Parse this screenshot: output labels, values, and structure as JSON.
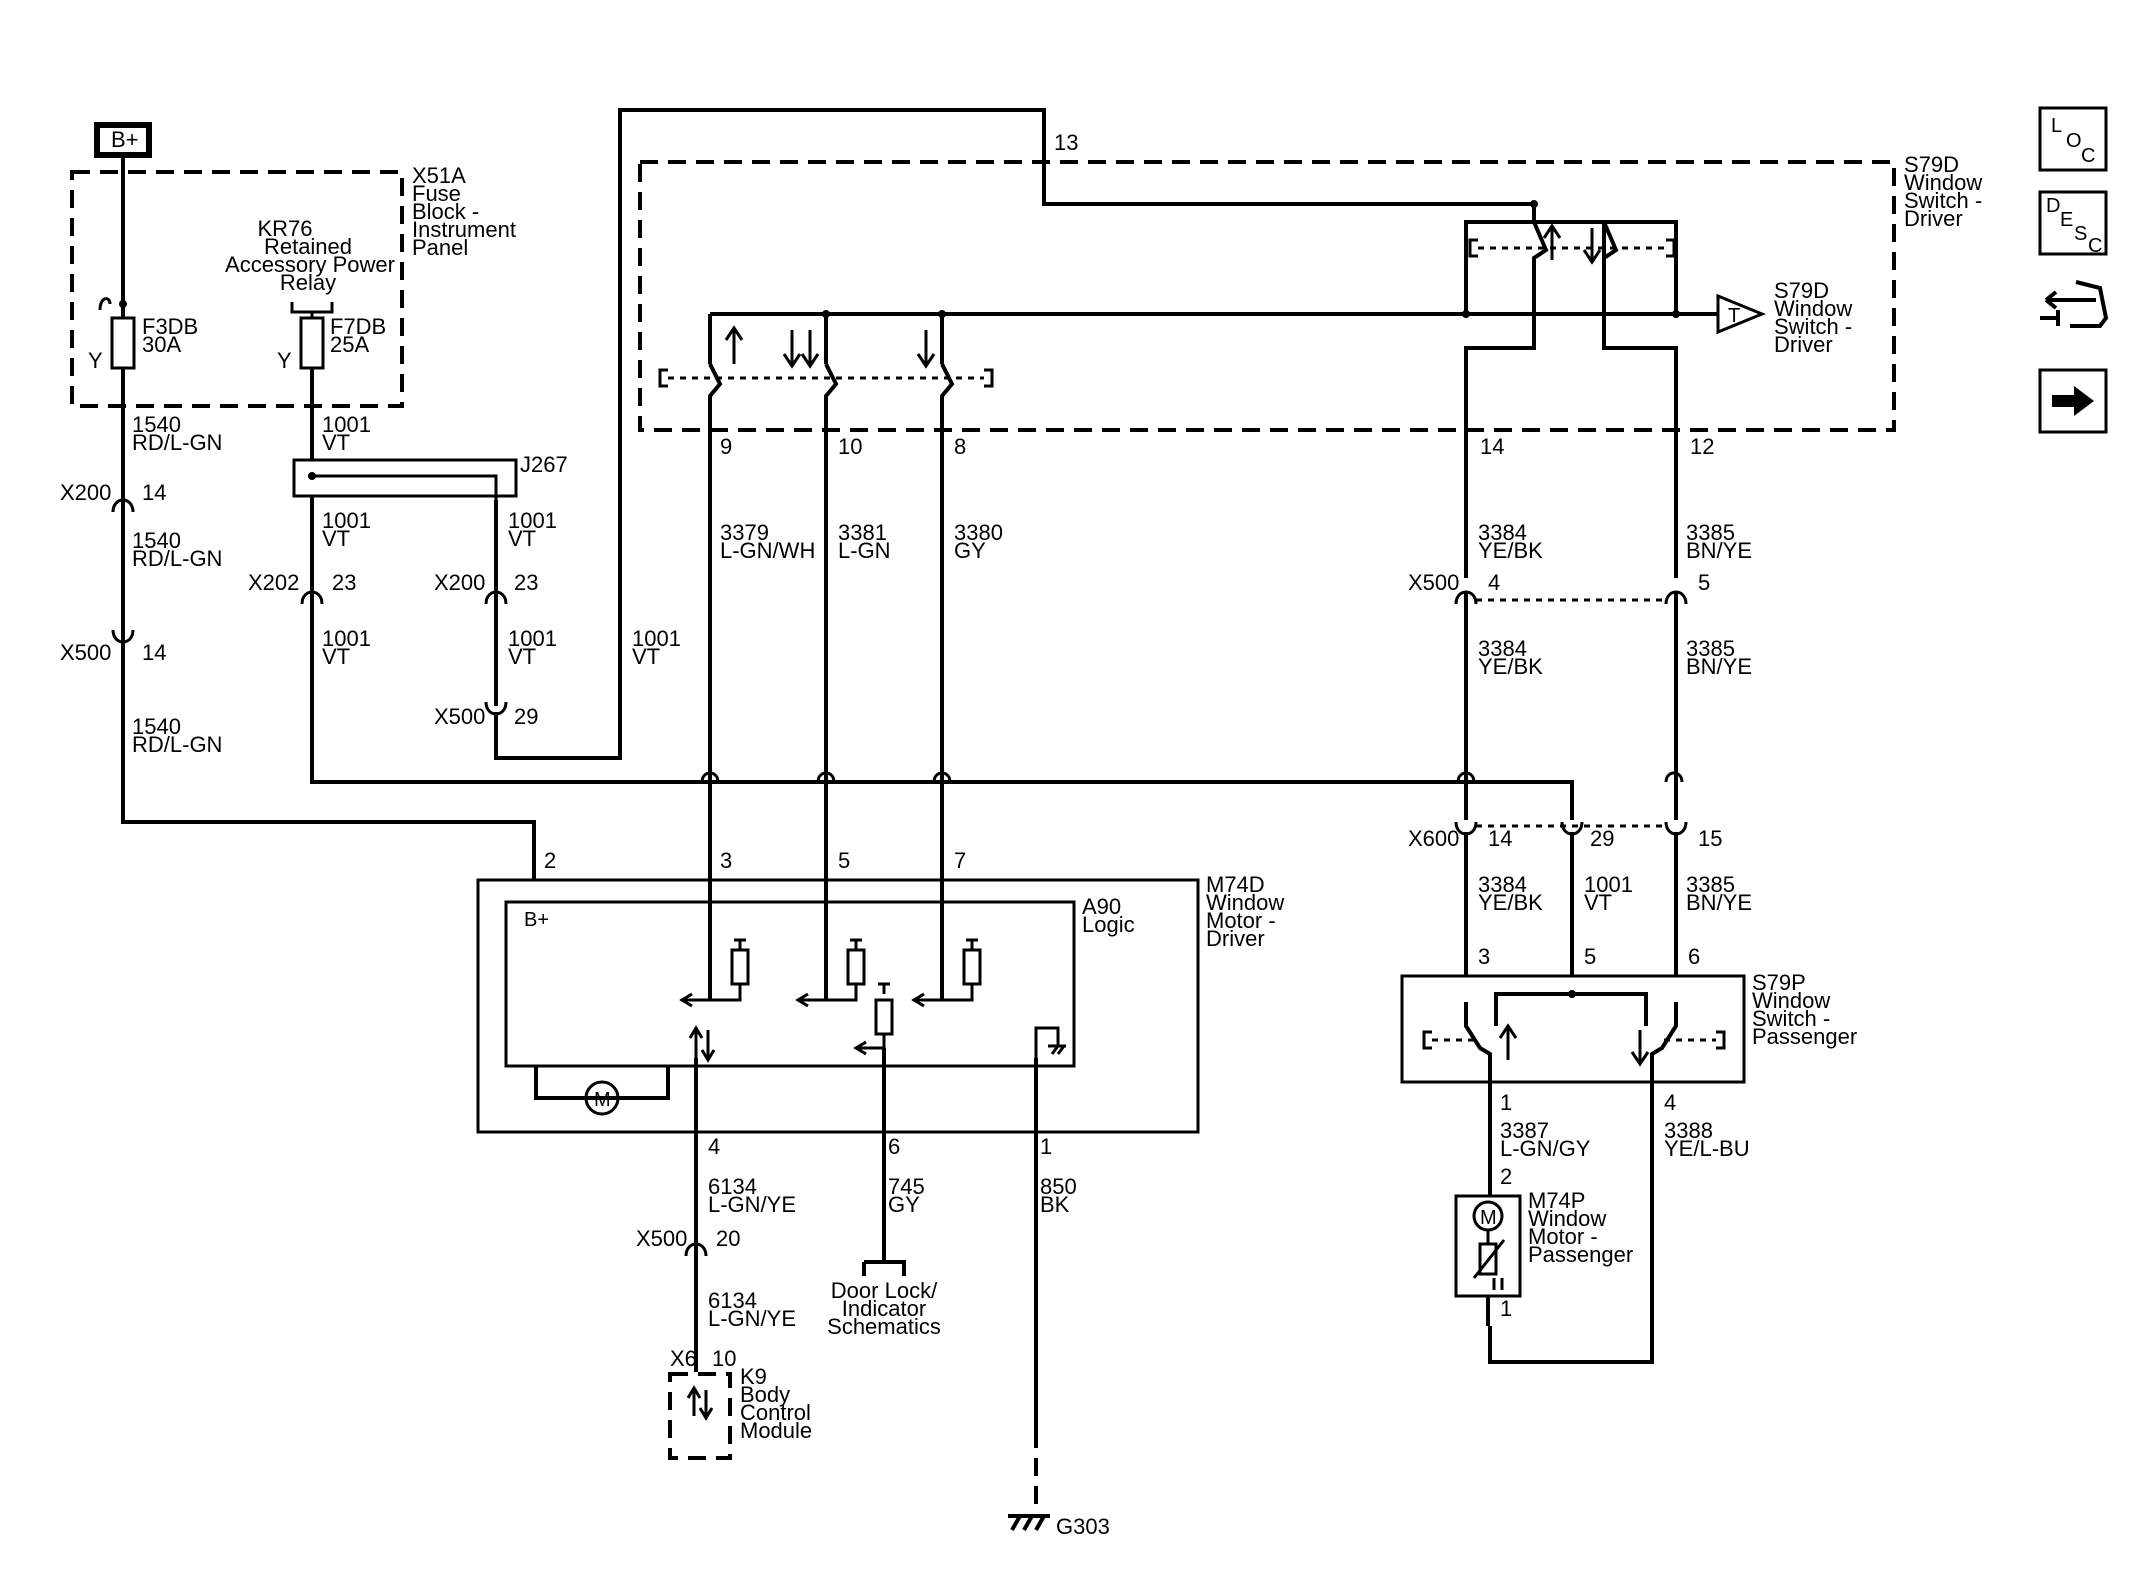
{
  "nav_icons": {
    "loc": [
      "L",
      "O",
      "C"
    ],
    "desc": [
      "D",
      "E",
      "S",
      "C"
    ]
  },
  "battery": "B+",
  "fuse_block": [
    "X51A",
    "Fuse",
    "Block -",
    "Instrument",
    "Panel"
  ],
  "relay": [
    "KR76",
    "Retained",
    "Accessory Power",
    "Relay"
  ],
  "fuse1": {
    "name": "F3DB",
    "rating": "30A",
    "y": "Y"
  },
  "fuse2": {
    "name": "F7DB",
    "rating": "25A",
    "y": "Y"
  },
  "driver_switch": [
    "S79D",
    "Window",
    "Switch -",
    "Driver"
  ],
  "driver_switch_t": [
    "S79D",
    "Window",
    "Switch -",
    "Driver"
  ],
  "t_label": "T",
  "pins": {
    "p13": "13",
    "p9": "9",
    "p10": "10",
    "p8": "8",
    "p14": "14",
    "p12": "12",
    "x500_4": "4",
    "x500_5": "5",
    "x600_14": "14",
    "x600_29": "29",
    "x600_15": "15",
    "m_2": "2",
    "m_3": "3",
    "m_5": "5",
    "m_7": "7",
    "m_4": "4",
    "m_6": "6",
    "m_1": "1",
    "s_3": "3",
    "s_5": "5",
    "s_6": "6",
    "s_1": "1",
    "s_4": "4",
    "mp_2": "2",
    "mp_1": "1",
    "x200_14": "14",
    "x202_23": "23",
    "x200_23": "23",
    "x500_14": "14",
    "x500_29": "29",
    "x500_20": "20",
    "x6_10": "10"
  },
  "connectors": {
    "x200a": "X200",
    "x202": "X202",
    "x200b": "X200",
    "x500a": "X500",
    "x500b": "X500",
    "x500c": "X500",
    "x600": "X600",
    "x500d": "X500",
    "x6": "X6",
    "j267": "J267"
  },
  "wires": {
    "w1540a": [
      "1540",
      "RD/L-GN"
    ],
    "w1540b": [
      "1540",
      "RD/L-GN"
    ],
    "w1540c": [
      "1540",
      "RD/L-GN"
    ],
    "w1001a": [
      "1001",
      "VT"
    ],
    "w1001b": [
      "1001",
      "VT"
    ],
    "w1001c": [
      "1001",
      "VT"
    ],
    "w1001d": [
      "1001",
      "VT"
    ],
    "w1001e": [
      "1001",
      "VT"
    ],
    "w1001f": [
      "1001",
      "VT"
    ],
    "w3379": [
      "3379",
      "L-GN/WH"
    ],
    "w3381": [
      "3381",
      "L-GN"
    ],
    "w3380": [
      "3380",
      "GY"
    ],
    "w3384a": [
      "3384",
      "YE/BK"
    ],
    "w3385a": [
      "3385",
      "BN/YE"
    ],
    "w3384b": [
      "3384",
      "YE/BK"
    ],
    "w3385b": [
      "3385",
      "BN/YE"
    ],
    "w3384c": [
      "3384",
      "YE/BK"
    ],
    "w1001g": [
      "1001",
      "VT"
    ],
    "w3385c": [
      "3385",
      "BN/YE"
    ],
    "w3387": [
      "3387",
      "L-GN/GY"
    ],
    "w3388": [
      "3388",
      "YE/L-BU"
    ],
    "w6134a": [
      "6134",
      "L-GN/YE"
    ],
    "w6134b": [
      "6134",
      "L-GN/YE"
    ],
    "w745": [
      "745",
      "GY"
    ],
    "w850": [
      "850",
      "BK"
    ]
  },
  "motor_driver": [
    "M74D",
    "Window",
    "Motor -",
    "Driver"
  ],
  "logic": [
    "A90",
    "Logic"
  ],
  "bplus_inner": "B+",
  "motor_symbol": "M",
  "passenger_switch": [
    "S79P",
    "Window",
    "Switch -",
    "Passenger"
  ],
  "motor_passenger": [
    "M74P",
    "Window",
    "Motor -",
    "Passenger"
  ],
  "door_lock": [
    "Door Lock/",
    "Indicator",
    "Schematics"
  ],
  "bcm": [
    "K9",
    "Body",
    "Control",
    "Module"
  ],
  "ground": "G303"
}
